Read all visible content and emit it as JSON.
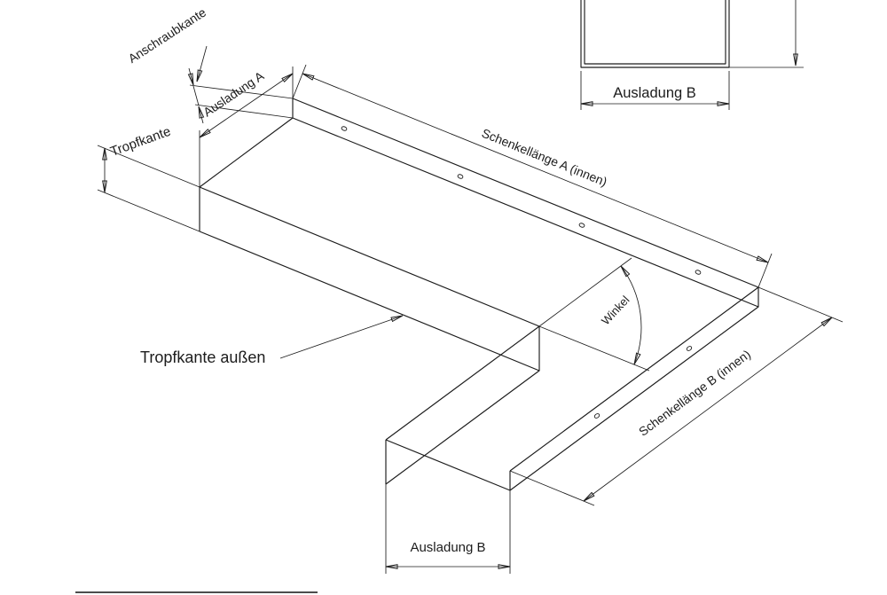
{
  "drawing": {
    "type": "technical-drawing",
    "subject": "L-shaped sheet metal window sill corner piece (isometric view with cross-section detail)",
    "labels": {
      "anschraubkante": "Anschraubkante",
      "ausladung_a": "Ausladung A",
      "tropfkante": "Tropfkante",
      "tropfkante_aussen": "Tropfkante außen",
      "schenkellaenge_a_innen": "Schenkellänge A (innen)",
      "winkel": "Winkel",
      "schenkellaenge_b_innen": "Schenkellänge B (innen)",
      "ausladung_b_bottom": "Ausladung B",
      "ausladung_b_section": "Ausladung B"
    },
    "colors": {
      "line": "#1c1c1c",
      "background": "#ffffff"
    }
  }
}
